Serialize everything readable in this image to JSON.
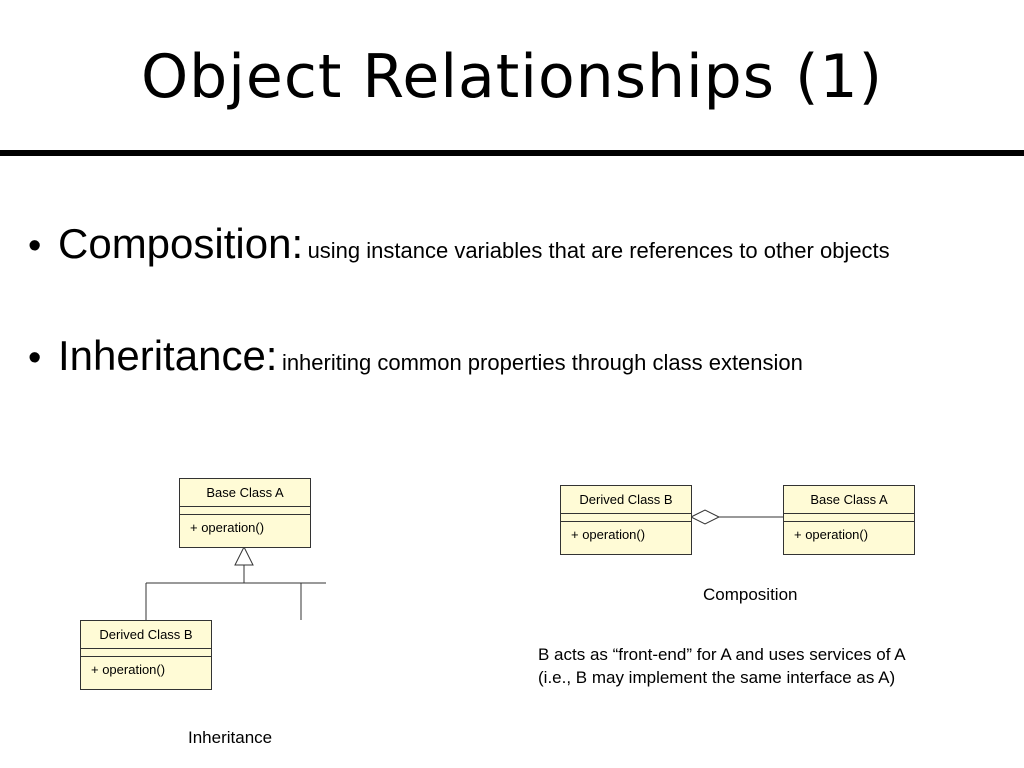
{
  "slide": {
    "title": "Object Relationships (1)"
  },
  "bullets": [
    {
      "term": "Composition:",
      "description": "using instance variables that are references to other objects"
    },
    {
      "term": "Inheritance:",
      "description": "inheriting common properties through class extension"
    }
  ],
  "inheritance_diagram": {
    "base_class": {
      "name": "Base Class A",
      "operation": "+  operation()"
    },
    "derived_class": {
      "name": "Derived Class B",
      "operation": "+  operation()"
    },
    "caption": "Inheritance"
  },
  "composition_diagram": {
    "whole_class": {
      "name": "Derived Class B",
      "operation": "+  operation()"
    },
    "part_class": {
      "name": "Base Class A",
      "operation": "+  operation()"
    },
    "caption": "Composition"
  },
  "note": {
    "line1": "B acts as “front-end” for A and uses services of A",
    "line2": "(i.e., B may implement the same interface as A)"
  },
  "colors": {
    "class_box_fill": "#fffbd6",
    "rule": "#000000"
  }
}
